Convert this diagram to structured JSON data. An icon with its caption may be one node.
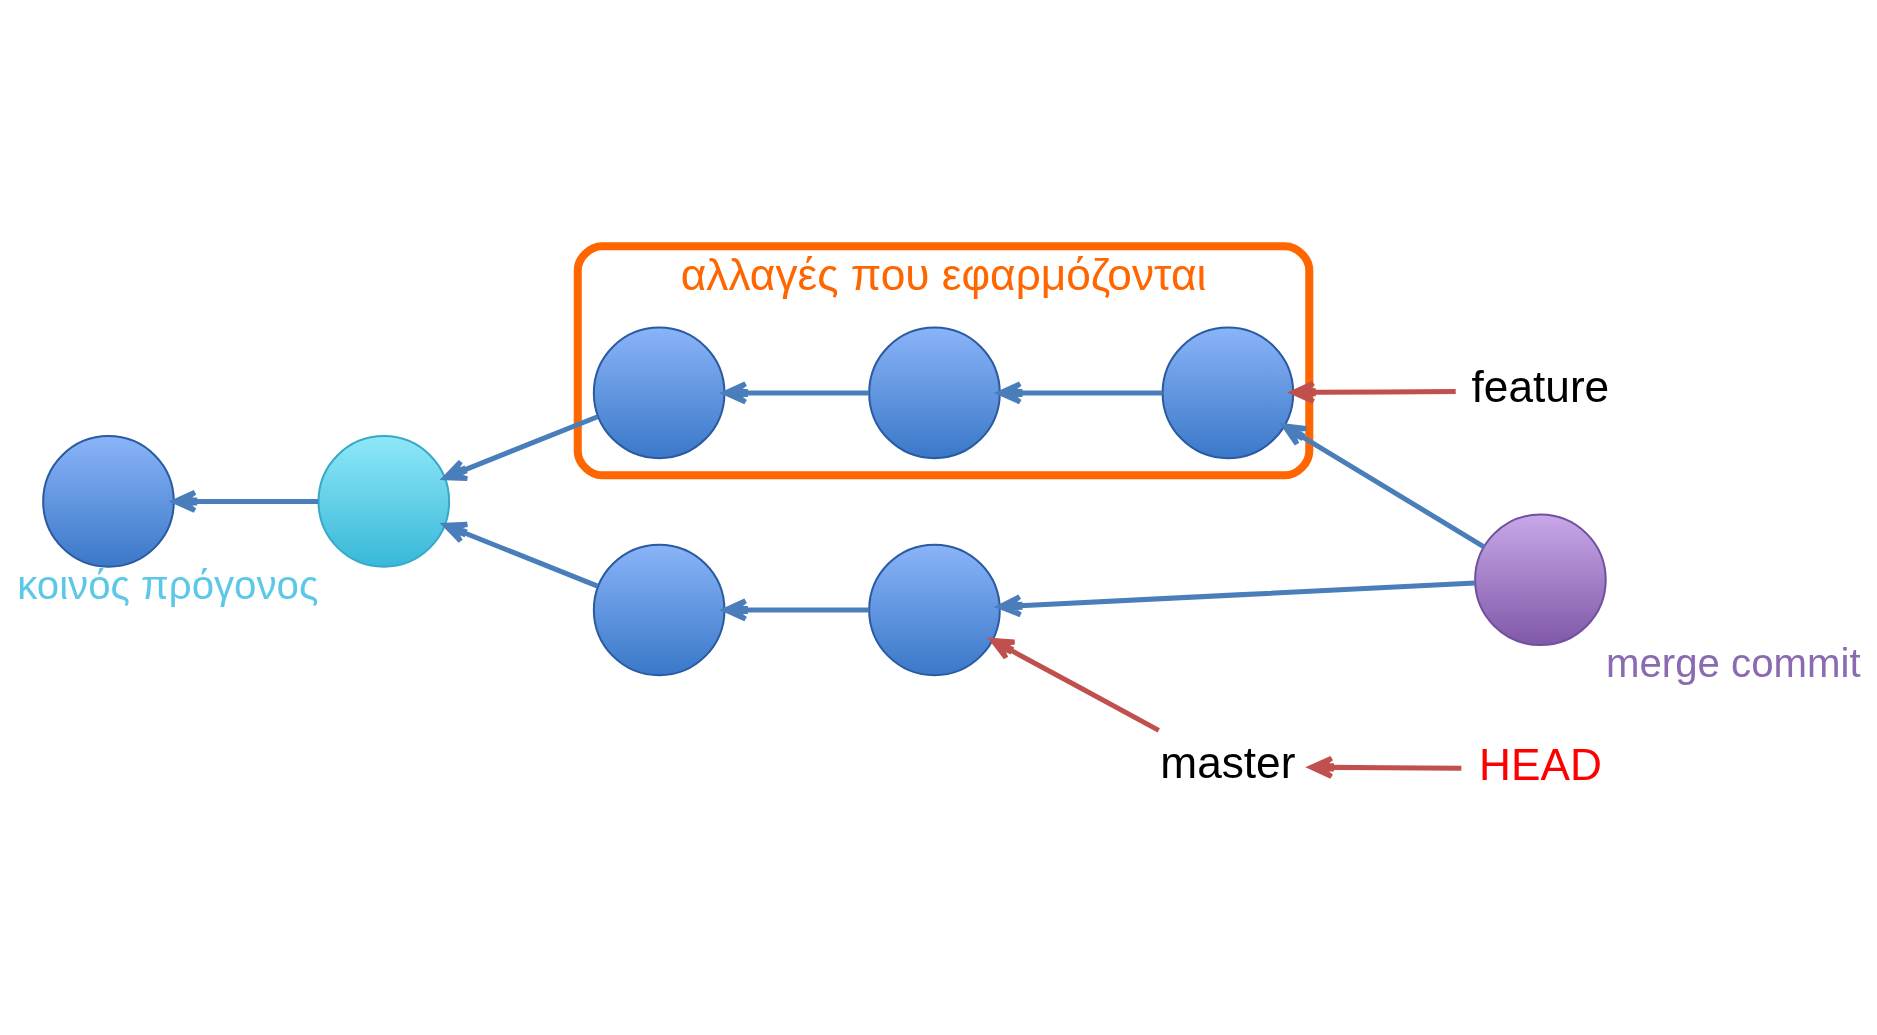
{
  "diagram": {
    "nodes": [
      {
        "text": [
          "feature"
        ]
      },
      {
        "text": [
          "αλλαγές που εφαρμόζονται"
        ]
      },
      {
        "text": [],
        "shape": "circle"
      },
      {
        "text": [],
        "shape": "circle",
        "beside": [
          "κοινός πρόγονος"
        ]
      },
      {
        "text": [],
        "shape": "circle",
        "in": 1
      },
      {
        "text": [],
        "shape": "circle",
        "in": 1
      },
      {
        "text": [],
        "shape": "circle",
        "in": 1
      },
      {
        "text": [],
        "shape": "circle"
      },
      {
        "text": [],
        "shape": "circle"
      },
      {
        "text": [],
        "shape": "circle",
        "beside": [
          "merge commit"
        ]
      },
      {
        "text": [
          "master"
        ]
      },
      {
        "text": [
          "HEAD"
        ]
      }
    ],
    "edges": [
      {
        "from": 3,
        "to": 2,
        "arrow": "to"
      },
      {
        "from": 4,
        "to": 3,
        "arrow": "to"
      },
      {
        "from": 5,
        "to": 4,
        "arrow": "to"
      },
      {
        "from": 6,
        "to": 5,
        "arrow": "to"
      },
      {
        "from": 7,
        "to": 3,
        "arrow": "to"
      },
      {
        "from": 8,
        "to": 7,
        "arrow": "to"
      },
      {
        "from": 9,
        "to": 8,
        "arrow": "to"
      },
      {
        "from": 9,
        "to": 6,
        "arrow": "to"
      },
      {
        "from": 0,
        "to": 6,
        "arrow": "to",
        "color": "#c0504d"
      },
      {
        "from": 10,
        "to": 8,
        "arrow": "to",
        "color": "#c0504d"
      },
      {
        "from": 11,
        "to": 10,
        "arrow": "to",
        "color": "#c0504d"
      }
    ]
  }
}
